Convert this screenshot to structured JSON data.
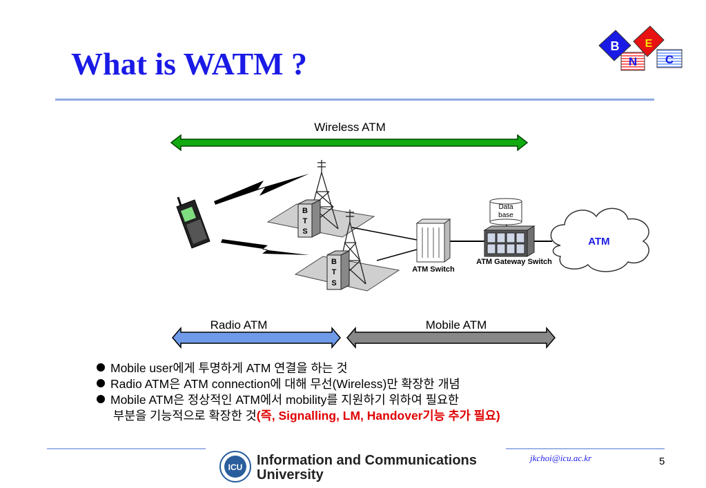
{
  "title": "What is WATM ?",
  "logo": {
    "letters": [
      "B",
      "E",
      "N",
      "C"
    ]
  },
  "diagram": {
    "wireless_label": "Wireless ATM",
    "radio_label": "Radio ATM",
    "mobile_label": "Mobile ATM",
    "bts_letters": [
      "B",
      "T",
      "S"
    ],
    "atm_switch": "ATM Switch",
    "gateway_switch": "ATM Gateway Switch",
    "database_line1": "Data",
    "database_line2": "base",
    "cloud_label": "ATM"
  },
  "bullets": [
    {
      "text": "Mobile user에게 투명하게 ATM 연결을 하는 것"
    },
    {
      "text": "Radio ATM은 ATM connection에 대해 무선(Wireless)만 확장한 개념"
    },
    {
      "text": "Mobile ATM은 정상적인 ATM에서 mobility를 지원하기 위하여 필요한"
    }
  ],
  "bullet3_continuation": "부분을 기능적으로 확장한 것",
  "bullet3_red": "(즉, Signalling, LM, Handover기능 추가 필요)",
  "footer": {
    "icu_line1": "Information and Communications",
    "icu_line2": "University",
    "icu_badge": "ICU",
    "email": "jkchoi@icu.ac.kr",
    "page_number": "5"
  },
  "colors": {
    "title": "#1a1ae6",
    "wireless_arrow": "#11aa11",
    "radio_arrow": "#6f9ae8",
    "mobile_arrow": "#888888",
    "cloud_text": "#1a1ae6",
    "highlight_red": "#e00000"
  }
}
